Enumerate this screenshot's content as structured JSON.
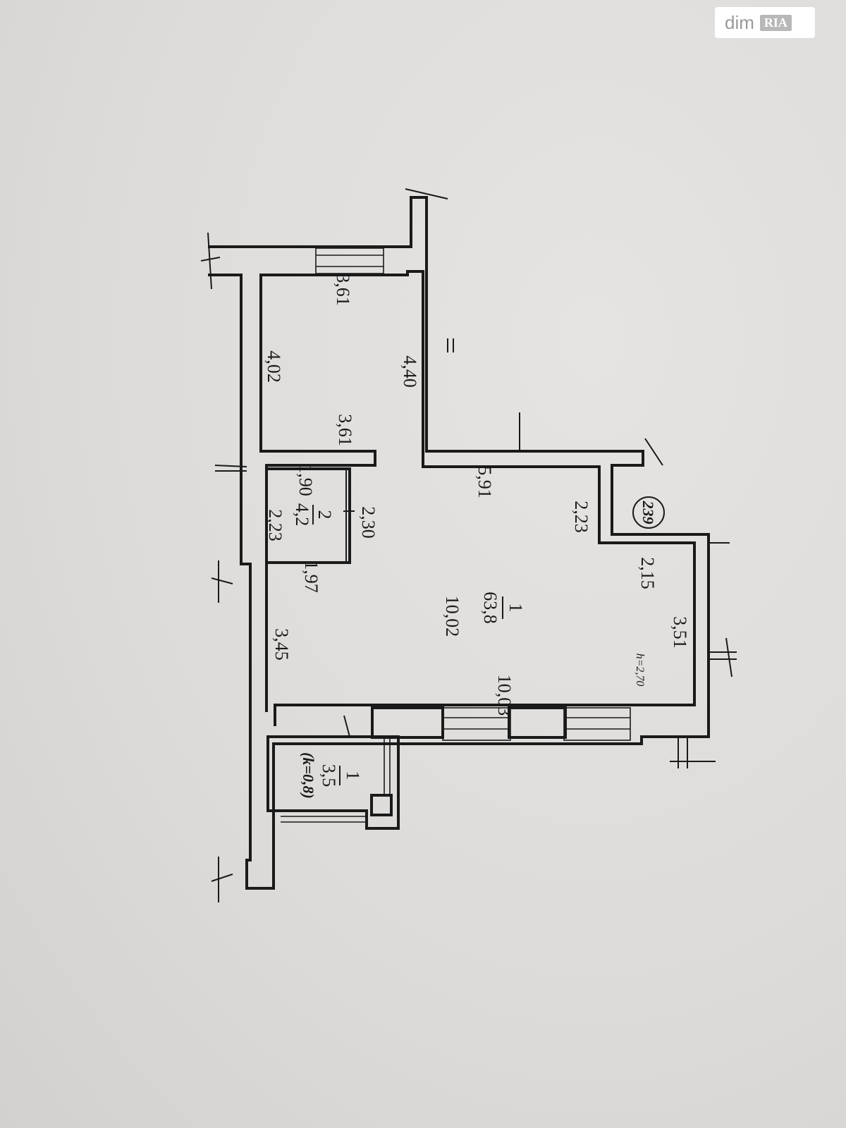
{
  "watermark": {
    "brand": "dim",
    "brand_suffix": "RIA"
  },
  "plan": {
    "dims": {
      "top_room_width_top": "3,61",
      "top_room_left_height": "4,02",
      "top_room_right_height": "4,40",
      "top_room_width_bottom": "3,61",
      "main_top_width": "5,91",
      "notch_height": "2,23",
      "circle_ref": "239",
      "notch_width": "2,15",
      "main_right_height": "3,51",
      "main_bottom_width": "10,03",
      "main_left_width": "10,02",
      "main_left_height": "3,45",
      "small_room_top": "1,90",
      "small_room_left": "2,23",
      "small_room_right": "2,30",
      "small_room_bottom": "1,97",
      "ceiling_height": "h=2,70"
    },
    "rooms": {
      "room_1": {
        "number": "1",
        "area": "63,8"
      },
      "room_2": {
        "number": "2",
        "area": "4,2"
      },
      "balcony": {
        "number": "1",
        "area": "3,5",
        "coefficient": "(k=0,8)"
      }
    }
  }
}
